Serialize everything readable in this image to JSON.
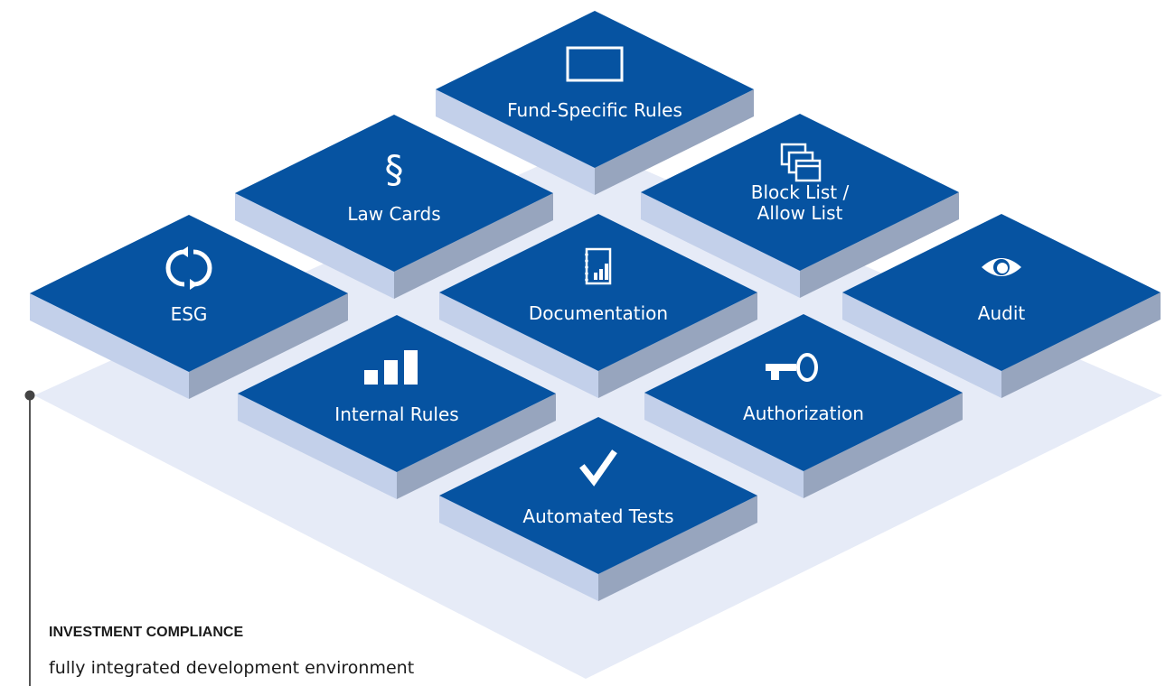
{
  "diagram": {
    "tiles": [
      {
        "key": "fund-specific-rules",
        "lines": [
          "Fund-Specific Rules"
        ],
        "icon": "rectangle-icon"
      },
      {
        "key": "law-cards",
        "lines": [
          "Law Cards"
        ],
        "icon": "section-sign-icon"
      },
      {
        "key": "block-allow-list",
        "lines": [
          "Block List /",
          "Allow List"
        ],
        "icon": "stacked-windows-icon"
      },
      {
        "key": "esg",
        "lines": [
          "ESG"
        ],
        "icon": "refresh-icon"
      },
      {
        "key": "documentation",
        "lines": [
          "Documentation"
        ],
        "icon": "document-chart-icon"
      },
      {
        "key": "audit",
        "lines": [
          "Audit"
        ],
        "icon": "eye-icon"
      },
      {
        "key": "internal-rules",
        "lines": [
          "Internal Rules"
        ],
        "icon": "bar-chart-icon"
      },
      {
        "key": "authorization",
        "lines": [
          "Authorization"
        ],
        "icon": "key-icon"
      },
      {
        "key": "automated-tests",
        "lines": [
          "Automated Tests"
        ],
        "icon": "checkmark-icon"
      }
    ]
  },
  "caption": {
    "title": "INVESTMENT COMPLIANCE",
    "subtitle": "fully integrated development environment"
  },
  "colors": {
    "tile_top": "#0653a1",
    "tile_left_side": "#c3d0ea",
    "tile_right_side": "#97a5be",
    "platform": "#e6ebf7",
    "leader_line": "#555555"
  }
}
